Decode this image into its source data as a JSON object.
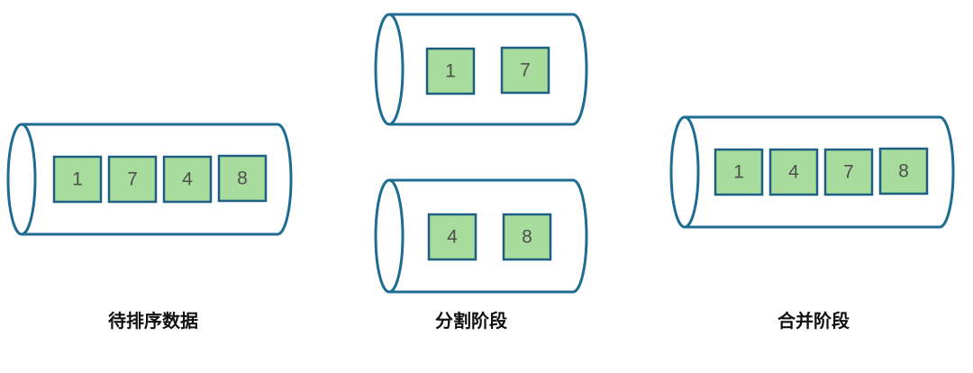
{
  "stages": [
    {
      "label": "待排序数据",
      "tubes": [
        {
          "values": [
            "1",
            "7",
            "4",
            "8"
          ]
        }
      ]
    },
    {
      "label": "分割阶段",
      "tubes": [
        {
          "values": [
            "1",
            "7"
          ]
        },
        {
          "values": [
            "4",
            "8"
          ]
        }
      ]
    },
    {
      "label": "合并阶段",
      "tubes": [
        {
          "values": [
            "1",
            "4",
            "7",
            "8"
          ]
        }
      ]
    }
  ],
  "colors": {
    "tube_stroke": "#1f6c93",
    "cell_fill": "#a8dc9c",
    "cell_stroke": "#1d5f83",
    "cell_text": "#4f4f4f"
  }
}
